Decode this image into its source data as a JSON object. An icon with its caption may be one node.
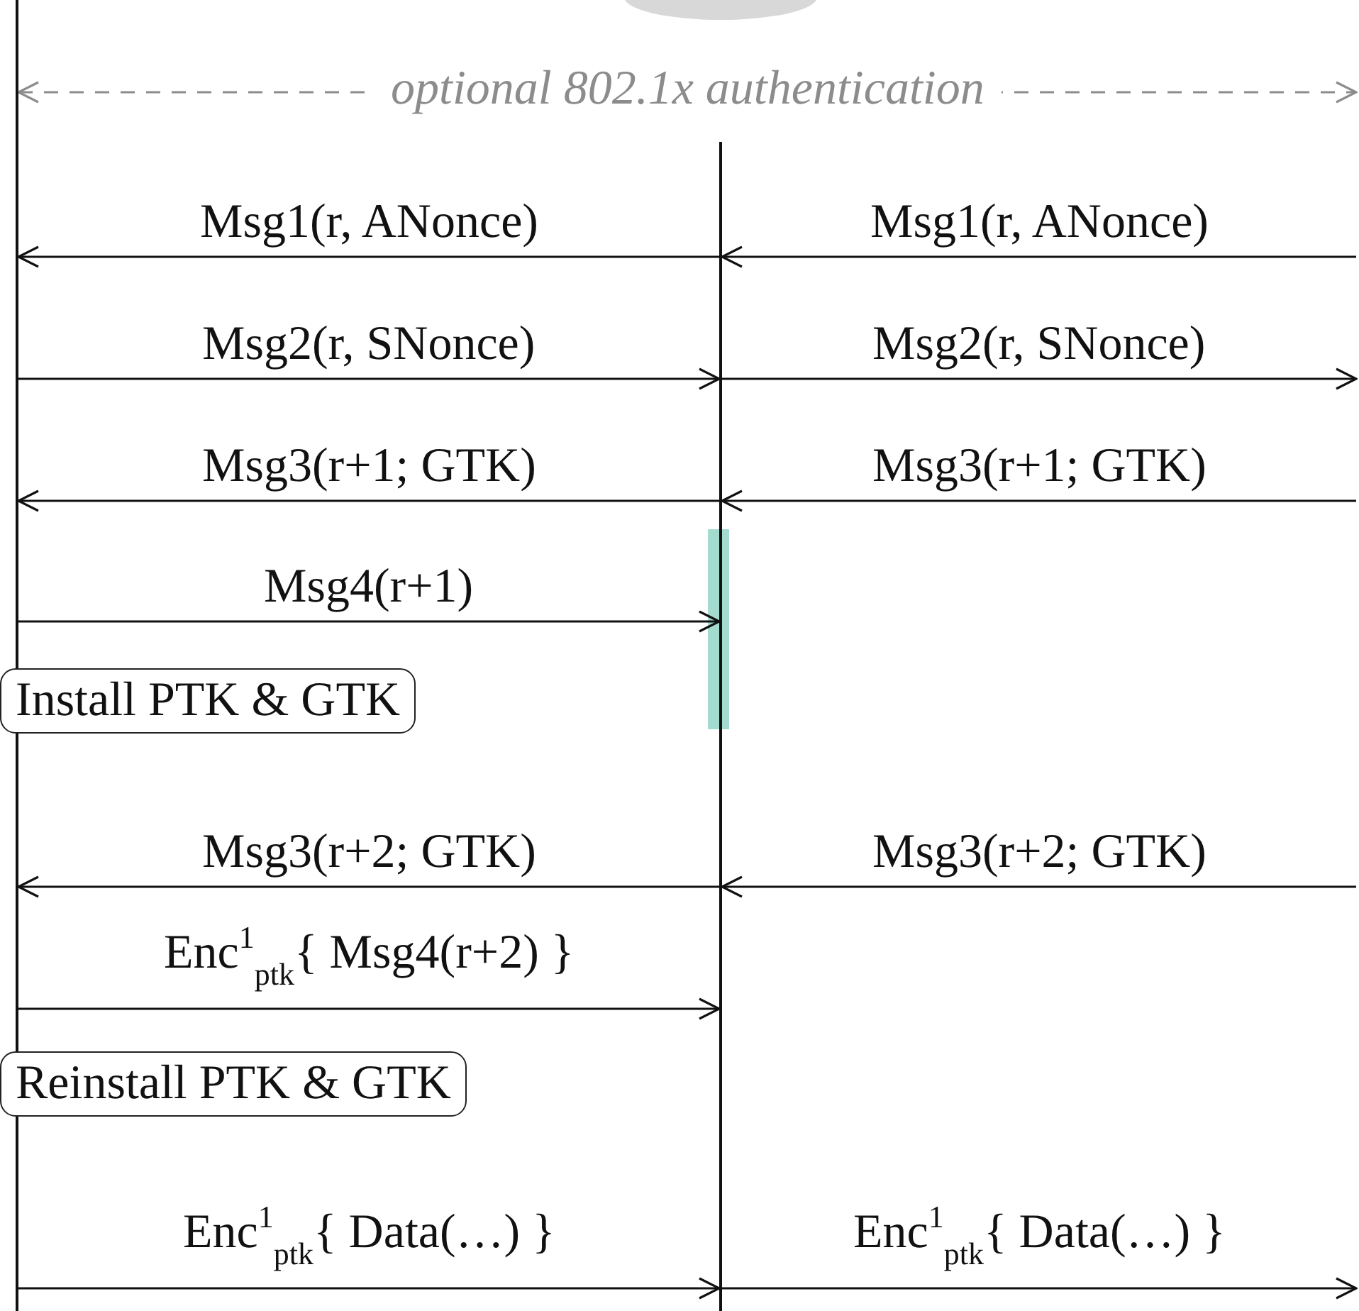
{
  "diagram": {
    "nodes": [
      {
        "text": [],
        "shape": "circle"
      },
      {
        "text": [],
        "shape": "bar"
      },
      {
        "text": [],
        "shape": "bar"
      },
      {
        "text": [
          "Install PTK & GTK"
        ]
      },
      {
        "text": [
          "Reinstall PTK & GTK"
        ]
      }
    ],
    "edges": [
      {
        "from": 1,
        "to": null,
        "arrow": "both",
        "label": "optional 802.1x authentication",
        "style": "dashed",
        "color": "#8c8c8c"
      },
      {
        "from": 2,
        "to": 1,
        "arrow": "to",
        "label": "Msg1(r, ANonce)"
      },
      {
        "from": null,
        "to": 2,
        "arrow": "to",
        "label": "Msg1(r, ANonce)"
      },
      {
        "from": 1,
        "to": 2,
        "arrow": "to",
        "label": "Msg2(r, SNonce)"
      },
      {
        "from": 2,
        "to": null,
        "arrow": "to",
        "label": "Msg2(r, SNonce)"
      },
      {
        "from": 2,
        "to": 1,
        "arrow": "to",
        "label": "Msg3(r+1; GTK)"
      },
      {
        "from": null,
        "to": 2,
        "arrow": "to",
        "label": "Msg3(r+1; GTK)"
      },
      {
        "from": 1,
        "to": 2,
        "arrow": "to",
        "label": "Msg4(r+1)"
      },
      {
        "from": 2,
        "to": 1,
        "arrow": "to",
        "label": "Msg3(r+2; GTK)"
      },
      {
        "from": null,
        "to": 2,
        "arrow": "to",
        "label": "Msg3(r+2; GTK)"
      },
      {
        "from": 1,
        "to": 2,
        "arrow": "to",
        "label": "Enc$^{1}$$_{ptk}${ Msg4(r+2) }"
      },
      {
        "from": 1,
        "to": 2,
        "arrow": "to",
        "label": "Enc$^{1}$$_{ptk}${ Data(…) }"
      },
      {
        "from": 2,
        "to": null,
        "arrow": "to",
        "label": "Enc$^{1}$$_{ptk}${ Data(…) }"
      }
    ]
  }
}
